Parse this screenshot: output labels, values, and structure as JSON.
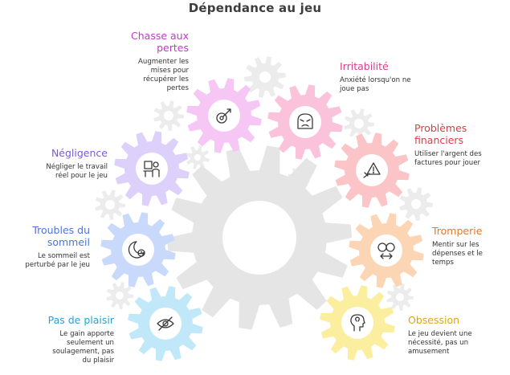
{
  "title": "Dépendance au jeu",
  "colors": {
    "center_gear": "#e5e5e5",
    "small_gear": "#ececec",
    "icon_stroke": "#3a3a3a"
  },
  "items": [
    {
      "key": "chasse",
      "title": "Chasse aux pertes",
      "desc": "Augmenter les mises pour récupérer les pertes",
      "color": "#f6c6f4",
      "title_color": "#c03ac9",
      "icon": "target-arrow-icon"
    },
    {
      "key": "irritabilite",
      "title": "Irritabilité",
      "desc": "Anxiété lorsqu'on ne joue pas",
      "color": "#fbc2dc",
      "title_color": "#d93d8b",
      "icon": "angry-face-icon"
    },
    {
      "key": "problemes",
      "title": "Problèmes financiers",
      "desc": "Utiliser l'argent des factures pour jouer",
      "color": "#fbc4c6",
      "title_color": "#dc3e45",
      "icon": "money-warning-icon"
    },
    {
      "key": "tromperie",
      "title": "Tromperie",
      "desc": "Mentir sur les dépenses et le temps",
      "color": "#fcd5b5",
      "title_color": "#e8772a",
      "icon": "masks-icon"
    },
    {
      "key": "obsession",
      "title": "Obsession",
      "desc": "Le jeu devient une nécessité, pas un amusement",
      "color": "#fbee9e",
      "title_color": "#dea41b",
      "icon": "head-thought-icon"
    },
    {
      "key": "plaisir",
      "title": "Pas de plaisir",
      "desc": "Le gain apporte seulement un soulagement, pas du plaisir",
      "color": "#c1e8f9",
      "title_color": "#2f9fd1",
      "icon": "no-pleasure-icon"
    },
    {
      "key": "sommeil",
      "title": "Troubles du sommeil",
      "desc": "Le sommeil est perturbé par le jeu",
      "color": "#c9d9fb",
      "title_color": "#4d74d8",
      "icon": "moon-clock-icon"
    },
    {
      "key": "negligence",
      "title": "Négligence",
      "desc": "Négliger le travail réel pour le jeu",
      "color": "#ddd0fb",
      "title_color": "#7d5ad4",
      "icon": "neglect-desk-icon"
    }
  ]
}
